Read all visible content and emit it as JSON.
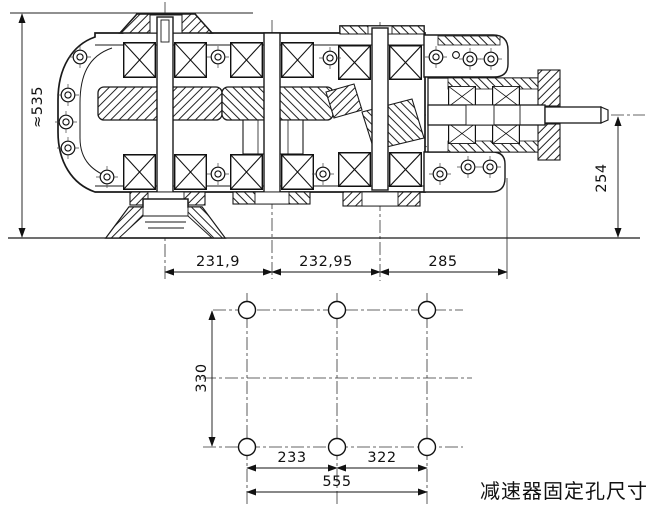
{
  "drawing": {
    "type": "gear-reducer-sectional-drawing",
    "line_color": "#1a1a1a",
    "background": "#ffffff",
    "section_view": {
      "dims": {
        "overall_height": "≈535",
        "output_center_height": "254",
        "span1": "231,9",
        "span2": "232,95",
        "span3": "285"
      }
    },
    "hole_pattern": {
      "rows": 2,
      "cols": 3,
      "dims": {
        "row_spacing": "330",
        "span_left": "233",
        "span_right": "322",
        "overall_width": "555"
      }
    },
    "caption": "减速器固定孔尺寸"
  }
}
